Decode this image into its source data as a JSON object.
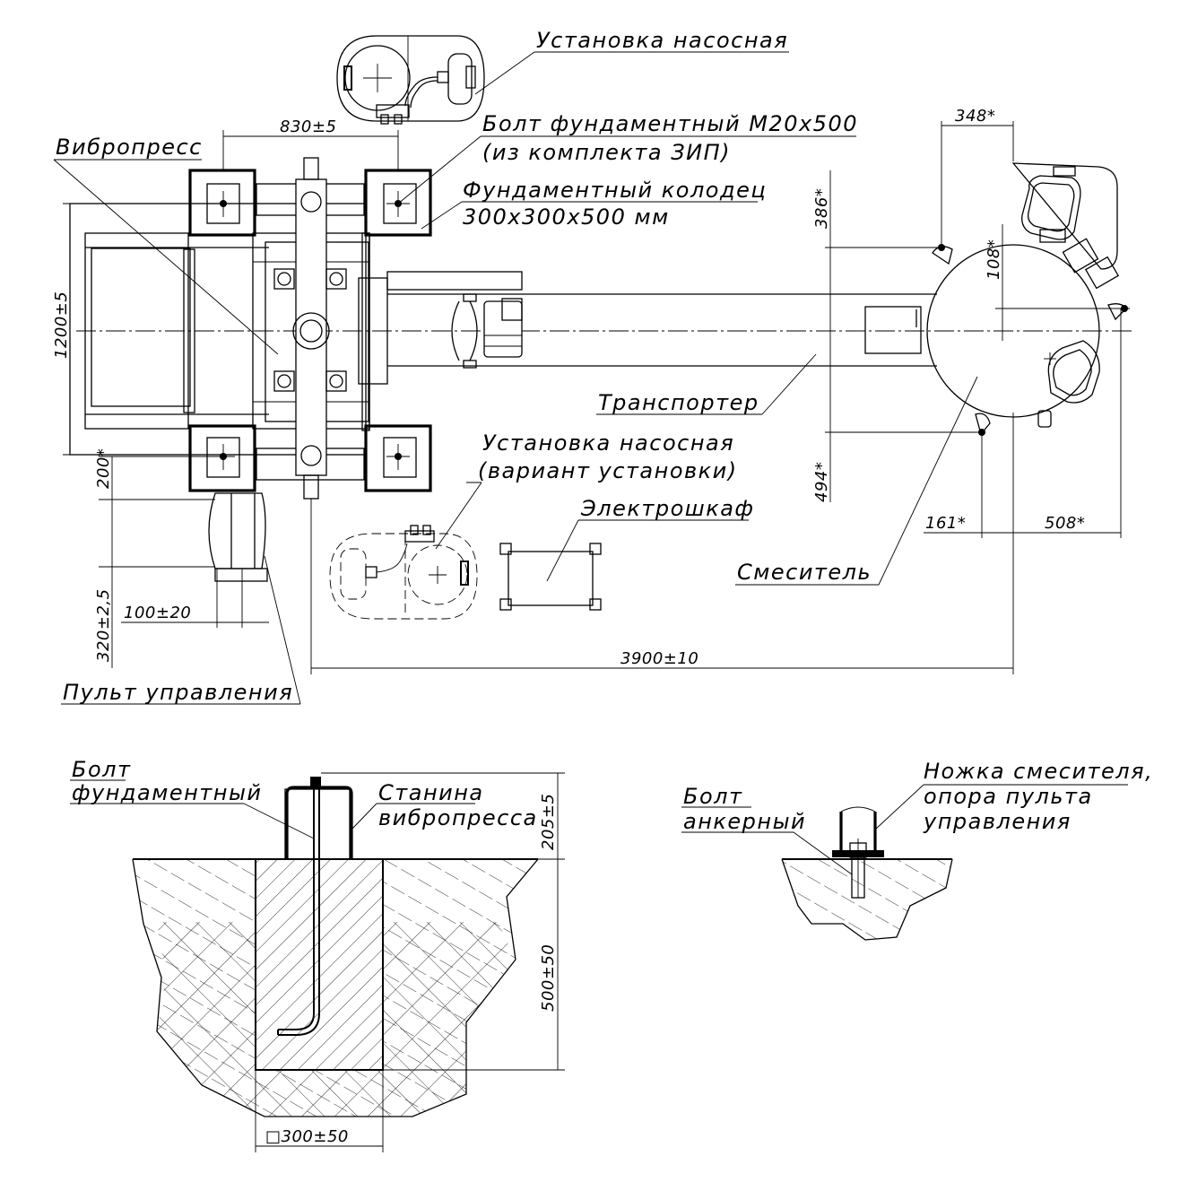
{
  "labels": {
    "pump_unit": "Установка насосная",
    "foundation_bolt_1": "Болт фундаментный М20х500",
    "foundation_bolt_2": "(из комплекта ЗИП)",
    "vibropress": "Вибропресс",
    "well_1": "Фундаментный колодец",
    "well_2": "300х300х500  мм",
    "conveyor": "Транспортер",
    "pump_alt_1": "Установка насосная",
    "pump_alt_2": "(вариант установки)",
    "cabinet": "Электрошкаф",
    "mixer": "Смеситель",
    "control_panel": "Пульт управления",
    "bolt_found_1": "Болт",
    "bolt_found_2": "фундаментный",
    "frame_1": "Станина",
    "frame_2": "вибропресса",
    "anchor_1": "Болт",
    "anchor_2": "анкерный",
    "mixer_leg_1": "Ножка смесителя,",
    "mixer_leg_2": "опора пульта",
    "mixer_leg_3": "управления"
  },
  "dimensions": {
    "d830": "830±5",
    "d1200": "1200±5",
    "d200": "200*",
    "d320": "320±2,5",
    "d100": "100±20",
    "d3900": "3900±10",
    "d348": "348*",
    "d386": "386*",
    "d108": "108*",
    "d494": "494*",
    "d161": "161*",
    "d508": "508*",
    "d205": "205±5",
    "d500": "500±50",
    "d300": "□300±50"
  }
}
